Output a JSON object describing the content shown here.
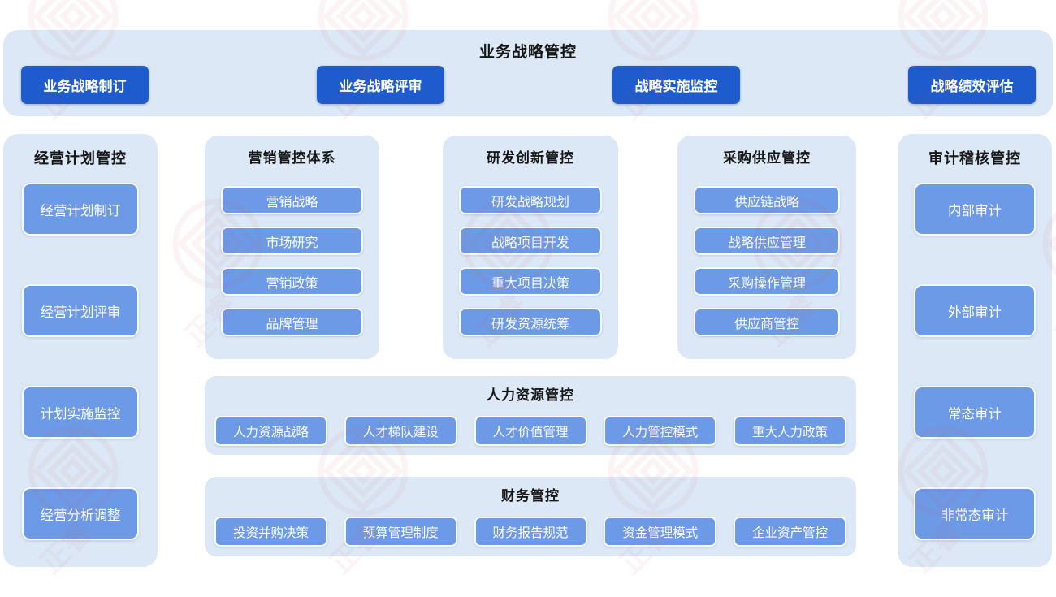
{
  "colors": {
    "panel_bg": "#dce8f6",
    "dark_button": "#1e5cce",
    "light_button": "#6d9ae6",
    "title_text": "#161616",
    "button_text": "#ffffff",
    "watermark": "#cc4444"
  },
  "banner": {
    "title": "业务战略管控",
    "buttons": [
      "业务战略制订",
      "业务战略评审",
      "战略实施监控",
      "战略绩效评估"
    ]
  },
  "left_column": {
    "title": "经营计划管控",
    "buttons": [
      "经营计划制订",
      "经营计划评审",
      "计划实施监控",
      "经营分析调整"
    ]
  },
  "middle_columns": [
    {
      "title": "营销管控体系",
      "buttons": [
        "营销战略",
        "市场研究",
        "营销政策",
        "品牌管理"
      ]
    },
    {
      "title": "研发创新管控",
      "buttons": [
        "研发战略规划",
        "战略项目开发",
        "重大项目决策",
        "研发资源统筹"
      ]
    },
    {
      "title": "采购供应管控",
      "buttons": [
        "供应链战略",
        "战略供应管理",
        "采购操作管理",
        "供应商管控"
      ]
    }
  ],
  "hr_row": {
    "title": "人力资源管控",
    "buttons": [
      "人力资源战略",
      "人才梯队建设",
      "人才价值管理",
      "人力管控模式",
      "重大人力政策"
    ]
  },
  "finance_row": {
    "title": "财务管控",
    "buttons": [
      "投资并购决策",
      "预算管理制度",
      "财务报告规范",
      "资金管理模式",
      "企业资产管控"
    ]
  },
  "right_column": {
    "title": "审计稽核管控",
    "buttons": [
      "内部审计",
      "外部审计",
      "常态审计",
      "非常态审计"
    ]
  },
  "watermark": {
    "text": "正睿"
  }
}
